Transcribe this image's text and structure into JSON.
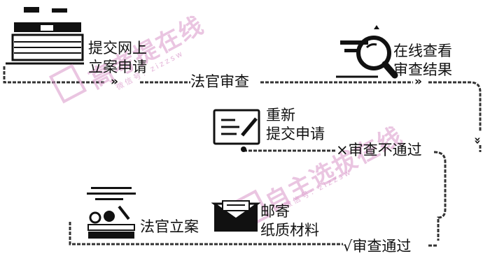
{
  "steps": {
    "submit_online": {
      "line1": "提交网上",
      "line2": "立案申请"
    },
    "judge_review": {
      "label": "法官审查"
    },
    "check_online": {
      "line1": "在线查看",
      "line2": "审查结果"
    },
    "resubmit": {
      "line1": "重新",
      "line2": "提交申请"
    },
    "review_failed": {
      "label": "×审查不通过"
    },
    "mail": {
      "line1": "邮寄",
      "line2": "纸质材料"
    },
    "judge_file": {
      "label": "法官立案"
    },
    "review_passed": {
      "label": "√审查通过"
    }
  },
  "arrows": {
    "chevron": "»"
  },
  "watermark": {
    "text_1": "高考提在线",
    "sub_1": "微信号: zizzsw",
    "text_2": "自主选拔在线",
    "sub_2": "微信号: zizzsw"
  },
  "icons": [
    "laptop-icon",
    "magnifier-icon",
    "edit-document-icon",
    "envelope-icon",
    "judge-desk-icon"
  ],
  "colors": {
    "ink": "#111111",
    "line": "#333333",
    "watermark": "#d996c9"
  }
}
